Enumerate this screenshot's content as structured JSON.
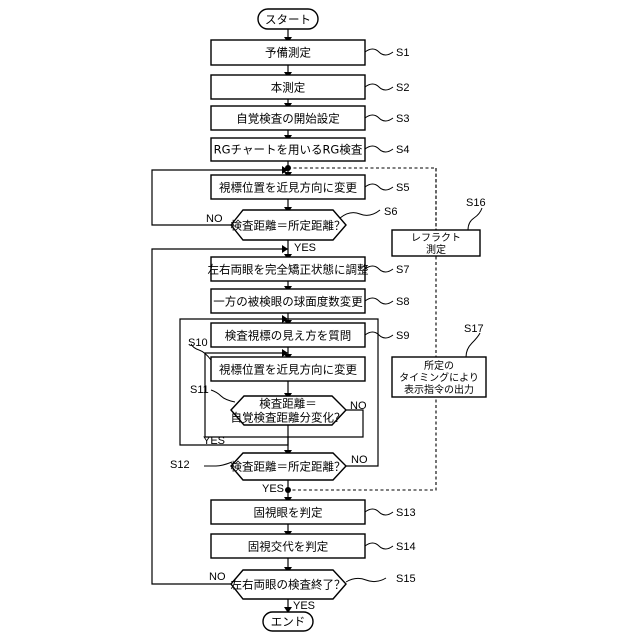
{
  "start": "スタート",
  "end": "エンド",
  "steps": {
    "s1": "予備測定",
    "s2": "本測定",
    "s3": "自覚検査の開始設定",
    "s4": "RGチャートを用いるRG検査",
    "s5": "視標位置を近見方向に変更",
    "s6": "検査距離＝所定距離？",
    "s7": "左右両眼を完全矯正状態に調整",
    "s8": "一方の被検眼の球面度数変更",
    "s9": "検査視標の見え方を質問",
    "s10": "視標位置を近見方向に変更",
    "s11_line1": "検査距離＝",
    "s11_line2": "自覚検査距離分変化？",
    "s12": "検査距離＝所定距離？",
    "s13": "固視眼を判定",
    "s14": "固視交代を判定",
    "s15": "左右両眼の検査終了？"
  },
  "side": {
    "s16_line1": "レフラクト",
    "s16_line2": "測定",
    "s17_line1": "所定の",
    "s17_line2": "タイミングにより",
    "s17_line3": "表示指令の出力"
  },
  "labels": {
    "S1": "S1",
    "S2": "S2",
    "S3": "S3",
    "S4": "S4",
    "S5": "S5",
    "S6": "S6",
    "S7": "S7",
    "S8": "S8",
    "S9": "S9",
    "S10": "S10",
    "S11": "S11",
    "S12": "S12",
    "S13": "S13",
    "S14": "S14",
    "S15": "S15",
    "S16": "S16",
    "S17": "S17"
  },
  "branches": {
    "yes": "YES",
    "no": "NO"
  }
}
